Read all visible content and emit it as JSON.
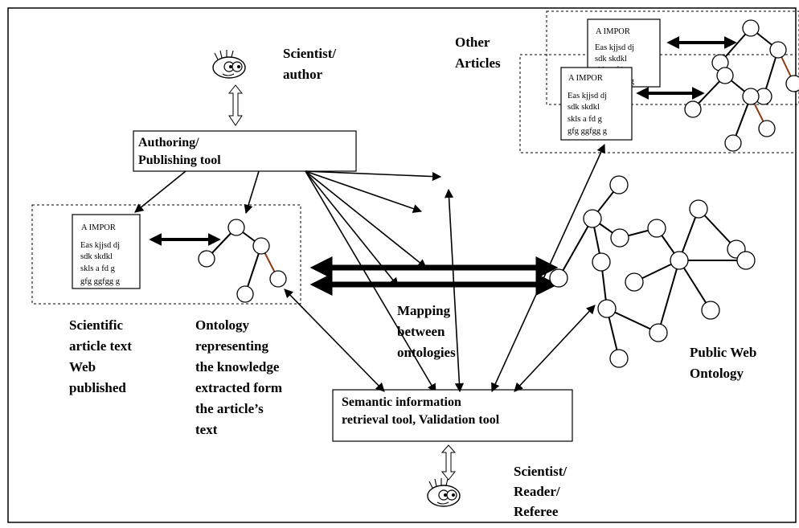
{
  "labels": {
    "scientist_author": [
      "Scientist/",
      "author"
    ],
    "other_articles": [
      "Other",
      "Articles"
    ],
    "authoring_tool": [
      "Authoring/",
      "Publishing tool"
    ],
    "scientific_article": [
      "Scientific",
      "article text",
      "Web",
      "published"
    ],
    "ontology_representing": [
      "Ontology",
      "representing",
      "the knowledge",
      "extracted form",
      "the article’s",
      "text"
    ],
    "mapping": [
      "Mapping",
      "between",
      "ontologies"
    ],
    "public_web_ontology": [
      "Public Web",
      "Ontology"
    ],
    "retrieval_tool": [
      "Semantic information",
      "retrieval tool, Validation tool"
    ],
    "scientist_reader": [
      "Scientist/",
      "Reader/",
      "Referee"
    ]
  },
  "doc_card": {
    "title": "A IMPOR",
    "lines": [
      "Eas  kjjsd dj",
      "sdk skdkl",
      "skls a fd g",
      "gfg ggfgg g"
    ]
  },
  "icons": [
    "scientist-face-icon",
    "arrow-icon",
    "ontology-node-icon"
  ]
}
